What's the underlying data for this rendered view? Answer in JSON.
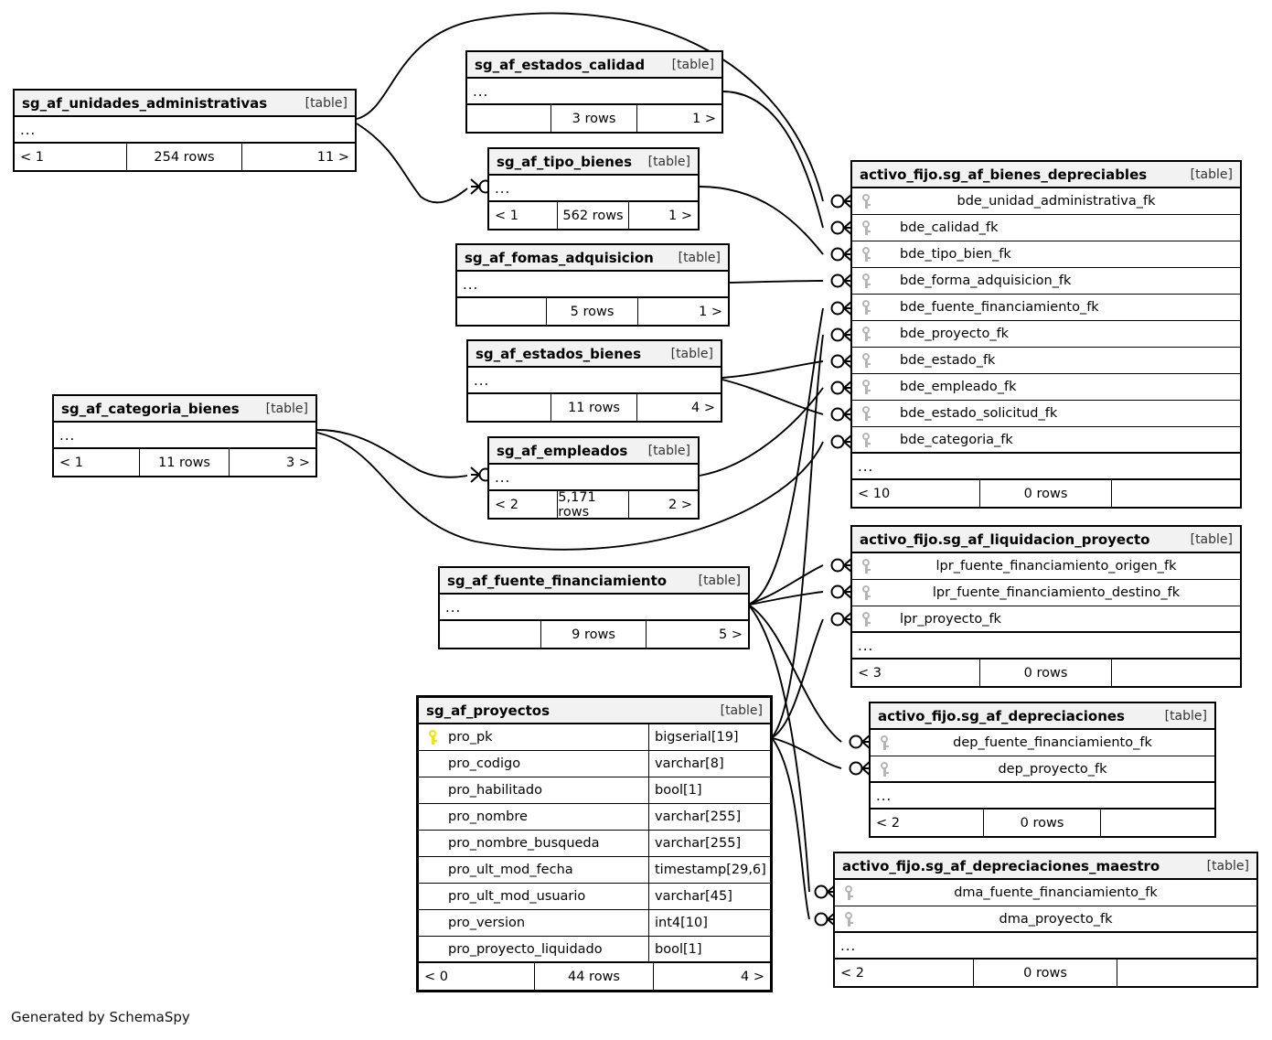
{
  "diagram": {
    "title": "SchemaSpy relationships diagram",
    "credit": "Generated by SchemaSpy",
    "table_tag": "[table]",
    "ellipsis": "...",
    "colors": {
      "header_bg": "#f2f2f2",
      "border": "#000000",
      "pk_key": "#e8e800",
      "fk_key": "#b5b5b5",
      "background": "#ffffff"
    }
  },
  "tables": {
    "unidades_administrativas": {
      "name": "sg_af_unidades_administrativas",
      "tag": "[table]",
      "columns": [],
      "ellipsis": "...",
      "footer": {
        "left": "< 1",
        "middle": "254 rows",
        "right": "11 >"
      }
    },
    "estados_calidad": {
      "name": "sg_af_estados_calidad",
      "tag": "[table]",
      "columns": [],
      "ellipsis": "...",
      "footer": {
        "left": "",
        "middle": "3 rows",
        "right": "1 >"
      }
    },
    "tipo_bienes": {
      "name": "sg_af_tipo_bienes",
      "tag": "[table]",
      "columns": [],
      "ellipsis": "...",
      "footer": {
        "left": "< 1",
        "middle": "562 rows",
        "right": "1 >"
      }
    },
    "fomas_adquisicion": {
      "name": "sg_af_fomas_adquisicion",
      "tag": "[table]",
      "columns": [],
      "ellipsis": "...",
      "footer": {
        "left": "",
        "middle": "5 rows",
        "right": "1 >"
      }
    },
    "estados_bienes": {
      "name": "sg_af_estados_bienes",
      "tag": "[table]",
      "columns": [],
      "ellipsis": "...",
      "footer": {
        "left": "",
        "middle": "11 rows",
        "right": "4 >"
      }
    },
    "empleados": {
      "name": "sg_af_empleados",
      "tag": "[table]",
      "columns": [],
      "ellipsis": "...",
      "footer": {
        "left": "< 2",
        "middle": "5,171 rows",
        "right": "2 >"
      }
    },
    "categoria_bienes": {
      "name": "sg_af_categoria_bienes",
      "tag": "[table]",
      "columns": [],
      "ellipsis": "...",
      "footer": {
        "left": "< 1",
        "middle": "11 rows",
        "right": "3 >"
      }
    },
    "fuente_financiamiento": {
      "name": "sg_af_fuente_financiamiento",
      "tag": "[table]",
      "columns": [],
      "ellipsis": "...",
      "footer": {
        "left": "",
        "middle": "9 rows",
        "right": "5 >"
      }
    },
    "proyectos": {
      "name": "sg_af_proyectos",
      "tag": "[table]",
      "columns": [
        {
          "key": "pk",
          "name": "pro_pk",
          "type": "bigserial[19]"
        },
        {
          "key": "none",
          "name": "pro_codigo",
          "type": "varchar[8]"
        },
        {
          "key": "none",
          "name": "pro_habilitado",
          "type": "bool[1]"
        },
        {
          "key": "none",
          "name": "pro_nombre",
          "type": "varchar[255]"
        },
        {
          "key": "none",
          "name": "pro_nombre_busqueda",
          "type": "varchar[255]"
        },
        {
          "key": "none",
          "name": "pro_ult_mod_fecha",
          "type": "timestamp[29,6]"
        },
        {
          "key": "none",
          "name": "pro_ult_mod_usuario",
          "type": "varchar[45]"
        },
        {
          "key": "none",
          "name": "pro_version",
          "type": "int4[10]"
        },
        {
          "key": "none",
          "name": "pro_proyecto_liquidado",
          "type": "bool[1]"
        }
      ],
      "ellipsis": null,
      "footer": {
        "left": "< 0",
        "middle": "44 rows",
        "right": "4 >"
      }
    },
    "bienes_depreciables": {
      "name": "activo_fijo.sg_af_bienes_depreciables",
      "tag": "[table]",
      "columns": [
        {
          "key": "fk",
          "name": "bde_unidad_administrativa_fk"
        },
        {
          "key": "fk",
          "name": "bde_calidad_fk"
        },
        {
          "key": "fk",
          "name": "bde_tipo_bien_fk"
        },
        {
          "key": "fk",
          "name": "bde_forma_adquisicion_fk"
        },
        {
          "key": "fk",
          "name": "bde_fuente_financiamiento_fk"
        },
        {
          "key": "fk",
          "name": "bde_proyecto_fk"
        },
        {
          "key": "fk",
          "name": "bde_estado_fk"
        },
        {
          "key": "fk",
          "name": "bde_empleado_fk"
        },
        {
          "key": "fk",
          "name": "bde_estado_solicitud_fk"
        },
        {
          "key": "fk",
          "name": "bde_categoria_fk"
        }
      ],
      "ellipsis": "...",
      "footer": {
        "left": "< 10",
        "middle": "0 rows",
        "right": ""
      }
    },
    "liquidacion_proyecto": {
      "name": "activo_fijo.sg_af_liquidacion_proyecto",
      "tag": "[table]",
      "columns": [
        {
          "key": "fk",
          "name": "lpr_fuente_financiamiento_origen_fk"
        },
        {
          "key": "fk",
          "name": "lpr_fuente_financiamiento_destino_fk"
        },
        {
          "key": "fk",
          "name": "lpr_proyecto_fk"
        }
      ],
      "ellipsis": "...",
      "footer": {
        "left": "< 3",
        "middle": "0 rows",
        "right": ""
      }
    },
    "depreciaciones": {
      "name": "activo_fijo.sg_af_depreciaciones",
      "tag": "[table]",
      "columns": [
        {
          "key": "fk",
          "name": "dep_fuente_financiamiento_fk"
        },
        {
          "key": "fk",
          "name": "dep_proyecto_fk"
        }
      ],
      "ellipsis": "...",
      "footer": {
        "left": "< 2",
        "middle": "0 rows",
        "right": ""
      }
    },
    "depreciaciones_maestro": {
      "name": "activo_fijo.sg_af_depreciaciones_maestro",
      "tag": "[table]",
      "columns": [
        {
          "key": "fk",
          "name": "dma_fuente_financiamiento_fk"
        },
        {
          "key": "fk",
          "name": "dma_proyecto_fk"
        }
      ],
      "ellipsis": "...",
      "footer": {
        "left": "< 2",
        "middle": "0 rows",
        "right": ""
      }
    }
  },
  "relationships": [
    {
      "from": "sg_af_unidades_administrativas",
      "to": "activo_fijo.sg_af_bienes_depreciables",
      "column": "bde_unidad_administrativa_fk"
    },
    {
      "from": "sg_af_estados_calidad",
      "to": "activo_fijo.sg_af_bienes_depreciables",
      "column": "bde_calidad_fk"
    },
    {
      "from": "sg_af_tipo_bienes",
      "to": "activo_fijo.sg_af_bienes_depreciables",
      "column": "bde_tipo_bien_fk"
    },
    {
      "from": "sg_af_fomas_adquisicion",
      "to": "activo_fijo.sg_af_bienes_depreciables",
      "column": "bde_forma_adquisicion_fk"
    },
    {
      "from": "sg_af_fuente_financiamiento",
      "to": "activo_fijo.sg_af_bienes_depreciables",
      "column": "bde_fuente_financiamiento_fk"
    },
    {
      "from": "sg_af_proyectos",
      "to": "activo_fijo.sg_af_bienes_depreciables",
      "column": "bde_proyecto_fk"
    },
    {
      "from": "sg_af_estados_bienes",
      "to": "activo_fijo.sg_af_bienes_depreciables",
      "column": "bde_estado_fk"
    },
    {
      "from": "sg_af_empleados",
      "to": "activo_fijo.sg_af_bienes_depreciables",
      "column": "bde_empleado_fk"
    },
    {
      "from": "sg_af_estados_bienes",
      "to": "activo_fijo.sg_af_bienes_depreciables",
      "column": "bde_estado_solicitud_fk"
    },
    {
      "from": "sg_af_categoria_bienes",
      "to": "activo_fijo.sg_af_bienes_depreciables",
      "column": "bde_categoria_fk"
    },
    {
      "from": "sg_af_fuente_financiamiento",
      "to": "activo_fijo.sg_af_liquidacion_proyecto",
      "column": "lpr_fuente_financiamiento_origen_fk"
    },
    {
      "from": "sg_af_fuente_financiamiento",
      "to": "activo_fijo.sg_af_liquidacion_proyecto",
      "column": "lpr_fuente_financiamiento_destino_fk"
    },
    {
      "from": "sg_af_proyectos",
      "to": "activo_fijo.sg_af_liquidacion_proyecto",
      "column": "lpr_proyecto_fk"
    },
    {
      "from": "sg_af_fuente_financiamiento",
      "to": "activo_fijo.sg_af_depreciaciones",
      "column": "dep_fuente_financiamiento_fk"
    },
    {
      "from": "sg_af_proyectos",
      "to": "activo_fijo.sg_af_depreciaciones",
      "column": "dep_proyecto_fk"
    },
    {
      "from": "sg_af_fuente_financiamiento",
      "to": "activo_fijo.sg_af_depreciaciones_maestro",
      "column": "dma_fuente_financiamiento_fk"
    },
    {
      "from": "sg_af_proyectos",
      "to": "activo_fijo.sg_af_depreciaciones_maestro",
      "column": "dma_proyecto_fk"
    }
  ]
}
